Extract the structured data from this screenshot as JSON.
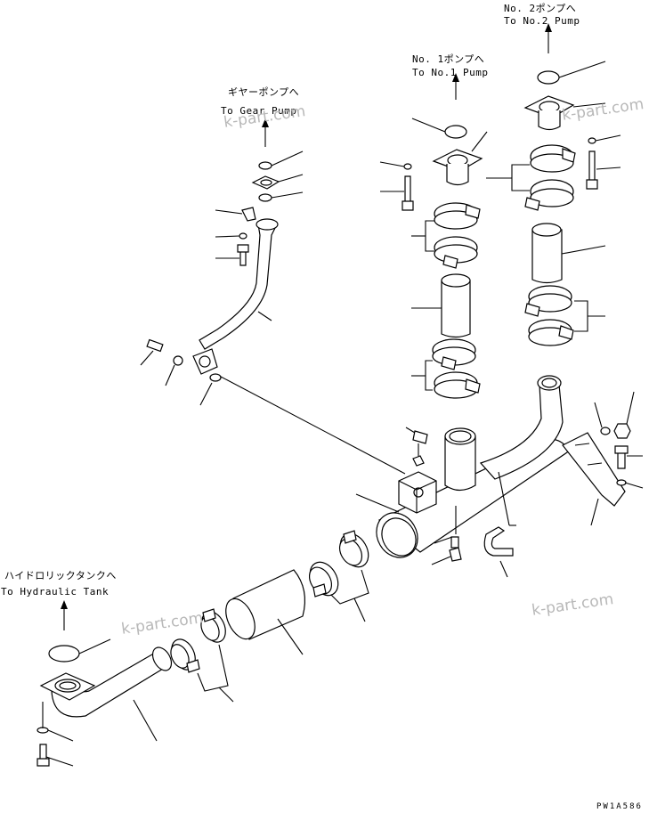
{
  "labels": {
    "no2_pump_jp": "No. 2ポンプへ",
    "no2_pump_en": "To No.2 Pump",
    "no1_pump_jp": "No. 1ポンプへ",
    "no1_pump_en": "To No.1 Pump",
    "gear_pump_jp": "ギヤーポンプへ",
    "gear_pump_en": "To Gear Pump",
    "hyd_tank_jp": "ハイドロリックタンクへ",
    "hyd_tank_en": "To Hydraulic Tank"
  },
  "watermarks": [
    "k-part.com",
    "k-part.com",
    "k-part.com",
    "k-part.com"
  ],
  "drawing_code": "PW1A586"
}
